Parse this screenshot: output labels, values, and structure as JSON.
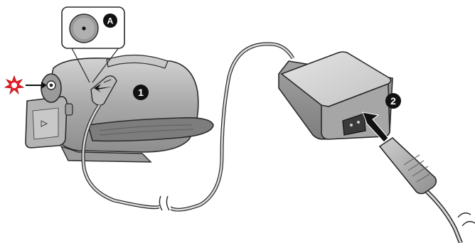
{
  "callouts": {
    "a": "A",
    "step1": "1",
    "step2": "2"
  },
  "icons": {
    "status_indicator": "red-flash-indicator-icon",
    "insert_arrow": "insert-arrow-icon",
    "dc_in_jack": "dc-in-jack-icon",
    "break_mark": "cable-break-icon"
  },
  "colors": {
    "indicator": "#e8222a",
    "body_dark": "#8a8a8a",
    "body_mid": "#b3b3b3",
    "body_light": "#d6d6d6",
    "outline": "#2a2a2a",
    "callout_fill": "#111111"
  }
}
